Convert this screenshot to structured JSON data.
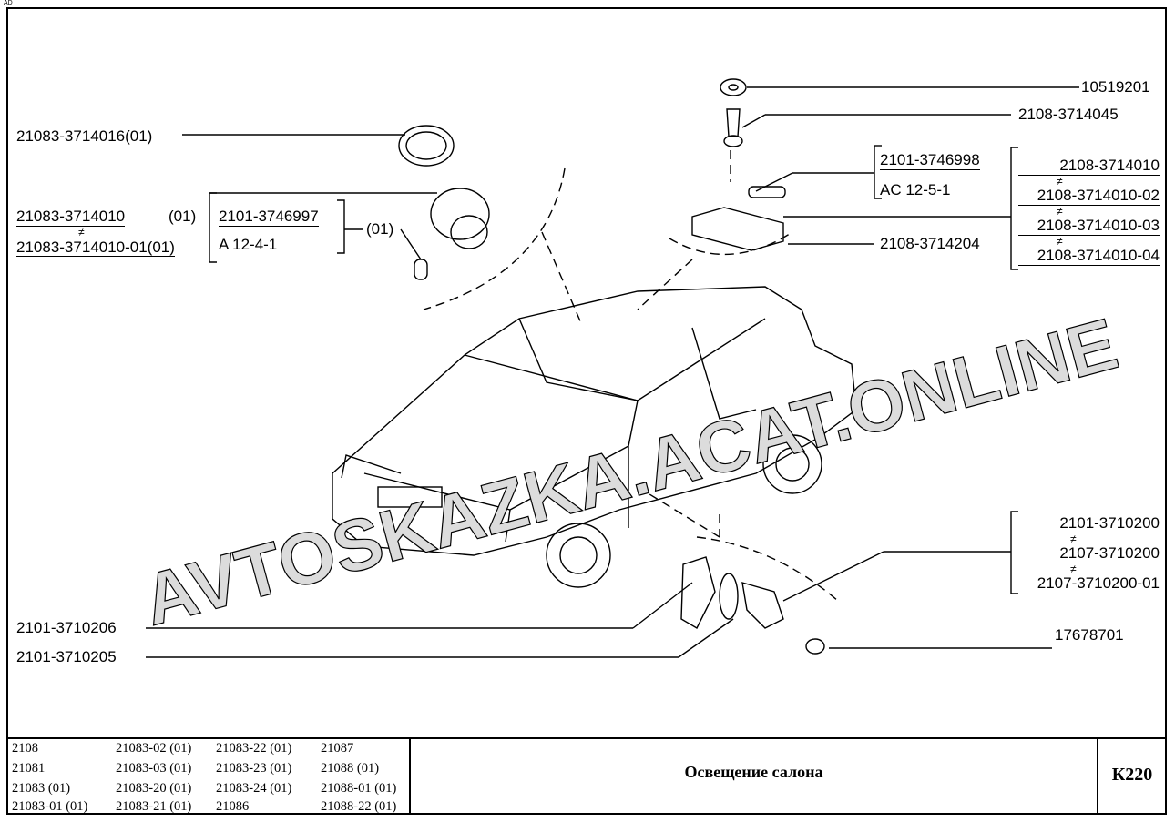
{
  "corner_mark": "AD",
  "watermark": "AVTOSKAZKA.ACAT.ONLINE",
  "callouts": {
    "p10519201": "10519201",
    "p2108_3714045": "2108-3714045",
    "p21083_3714016": "21083-3714016(01)",
    "p2101_3746998": "2101-3746998",
    "ac12_5_1": "AC 12-5-1",
    "p2108_3714204": "2108-3714204",
    "lamp_group_right": [
      "2108-3714010",
      "2108-3714010-02",
      "2108-3714010-03",
      "2108-3714010-04"
    ],
    "left_lamp_a": "21083-3714010",
    "left_lamp_a_suffix": "(01)",
    "left_lamp_b": "21083-3714010-01(01)",
    "p2101_3746997": "2101-3746997",
    "a12_4_1": "A 12-4-1",
    "suffix_01": "(01)",
    "switch_group": [
      "2101-3710200",
      "2107-3710200",
      "2107-3710200-01"
    ],
    "p2101_3710206": "2101-3710206",
    "p2101_3710205": "2101-3710205",
    "p17678701": "17678701",
    "not_equal": "≠"
  },
  "footer": {
    "models": [
      [
        "2108",
        "21083-02 (01)",
        "21083-22 (01)",
        "21087"
      ],
      [
        "21081",
        "21083-03 (01)",
        "21083-23 (01)",
        "21088 (01)"
      ],
      [
        "21083 (01)",
        "21083-20 (01)",
        "21083-24 (01)",
        "21088-01 (01)"
      ],
      [
        "21083-01 (01)",
        "21083-21 (01)",
        "21086",
        "21088-22 (01)"
      ]
    ],
    "title": "Освещение салона",
    "code": "К220"
  }
}
